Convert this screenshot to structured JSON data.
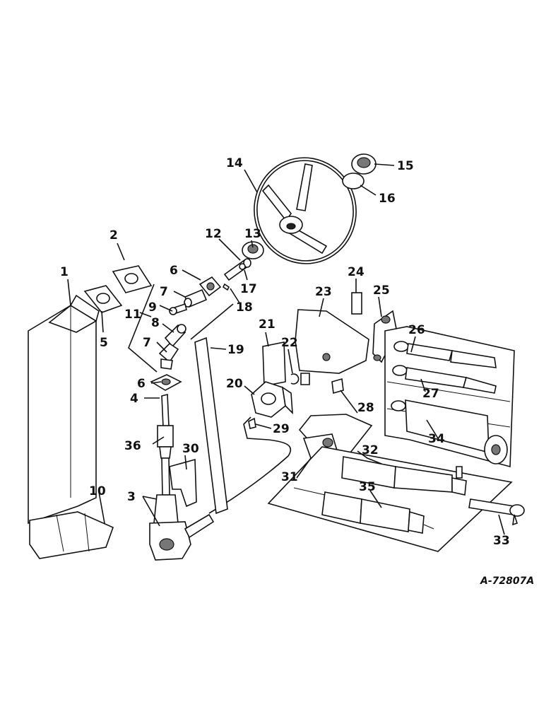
{
  "diagram": {
    "reference": "A-72807A",
    "callouts": [
      "1",
      "2",
      "3",
      "4",
      "5",
      "6",
      "6",
      "7",
      "7",
      "8",
      "9",
      "10",
      "11",
      "12",
      "13",
      "14",
      "15",
      "16",
      "17",
      "18",
      "19",
      "20",
      "21",
      "22",
      "23",
      "24",
      "25",
      "26",
      "27",
      "28",
      "29",
      "30",
      "31",
      "32",
      "33",
      "34",
      "35",
      "36"
    ]
  }
}
